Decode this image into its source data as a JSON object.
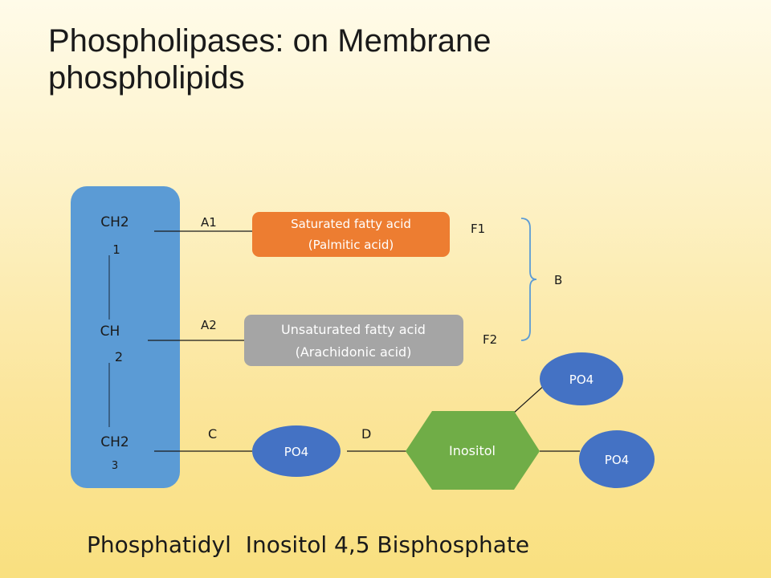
{
  "title": {
    "line1": "Phospholipases: on Membrane",
    "line2": "phospholipids"
  },
  "backbone": {
    "c1_label": "CH2",
    "c1_number": "1",
    "c2_label": "CH",
    "c2_number": "2",
    "c3_label": "CH2",
    "c3_number": "3"
  },
  "cleavage_sites": {
    "a1": "A1",
    "a2": "A2",
    "c": "C",
    "d": "D",
    "f1": "F1",
    "f2": "F2",
    "b": "B"
  },
  "boxes": {
    "saturated_line1": "Saturated fatty acid",
    "saturated_line2": "(Palmitic acid)",
    "unsaturated_line1": "Unsaturated fatty acid",
    "unsaturated_line2": "(Arachidonic acid)",
    "phosphate_main": "PO4",
    "inositol": "Inositol",
    "phosphate_top": "PO4",
    "phosphate_right": "PO4"
  },
  "caption": "Phosphatidyl  Inositol 4,5 Bisphosphate",
  "colors": {
    "backbone": "#5b9bd5",
    "saturated": "#ed7d31",
    "unsaturated": "#a5a5a5",
    "phosphate": "#4472c4",
    "inositol": "#70ad47",
    "bracket": "#5b9bd5"
  }
}
